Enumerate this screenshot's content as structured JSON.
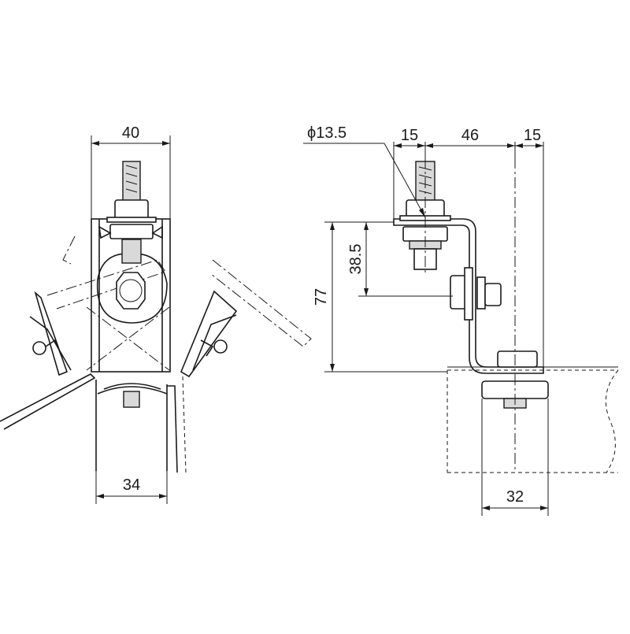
{
  "drawing": {
    "front_view": {
      "top_width": "40",
      "bottom_width": "34"
    },
    "side_view": {
      "hole_diameter": "ϕ13.5",
      "left_offset": "15",
      "span": "46",
      "right_offset": "15",
      "upper_height": "38.5",
      "total_height": "77",
      "base_width": "32"
    }
  }
}
